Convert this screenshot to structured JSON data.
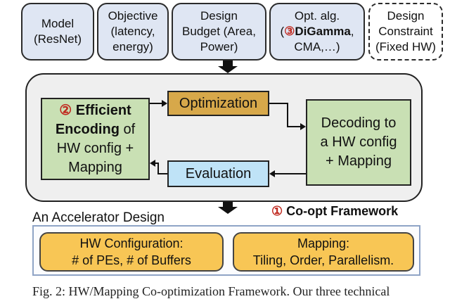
{
  "inputs": {
    "model": [
      "Model",
      "(ResNet)"
    ],
    "objective": [
      "Objective",
      "(latency,",
      "energy)"
    ],
    "budget": [
      "Design",
      "Budget (Area,",
      "Power)"
    ],
    "opt_alg": {
      "line1": "Opt. alg.",
      "num": "③",
      "name": "DiGamma",
      "comma": ",",
      "line3": "CMA,…)",
      "prefix": "("
    },
    "constraint": [
      "Design",
      "Constraint",
      "(Fixed HW)"
    ]
  },
  "framework": {
    "encoding": {
      "num": "②",
      "bold1": "Efficient",
      "bold2": "Encoding",
      "rest2": " of",
      "line3": "HW config +",
      "line4": "Mapping"
    },
    "optimization": "Optimization",
    "evaluation": "Evaluation",
    "decoding": [
      "Decoding to",
      "a HW config",
      "+ Mapping"
    ],
    "label_num": "①",
    "label": "Co-opt Framework"
  },
  "accelerator": {
    "title": "An Accelerator Design",
    "hw": [
      "HW Configuration:",
      "# of PEs, # of Buffers"
    ],
    "mapping": [
      "Mapping:",
      "Tiling, Order, Parallelism."
    ]
  },
  "caption": "Fig. 2: HW/Mapping Co-optimization Framework. Our three technical",
  "colors": {
    "input_fill": "#dfe6f3",
    "framework_fill": "#efefef",
    "green": "#c9e0b4",
    "optimization": "#d7a84a",
    "evaluation": "#bfe3f7",
    "yellow": "#f8c655",
    "highlight_red": "#c0281e"
  }
}
